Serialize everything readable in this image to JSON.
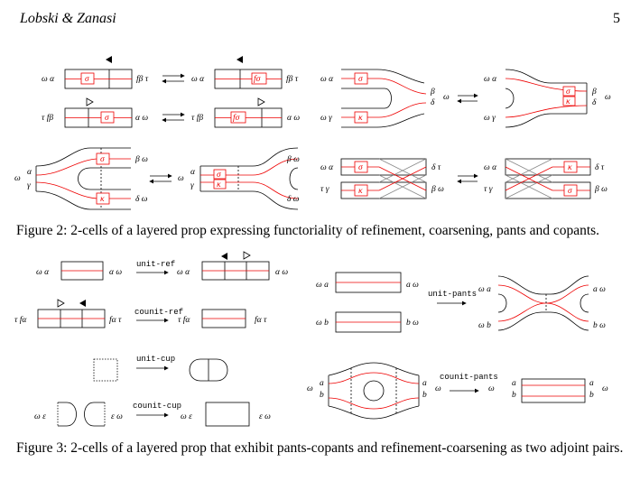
{
  "header": {
    "authors": "Lobski & Zanasi",
    "page_number": "5"
  },
  "figure2": {
    "caption": "Figure 2: 2-cells of a layered prop expressing functoriality of refinement, coarsening, pants and copants.",
    "labels": {
      "w_a": "ω α",
      "fb_t": "fβ τ",
      "t_fb": "τ fβ",
      "a_w": "α ω",
      "w_g": "ω γ",
      "b_w": "β ω",
      "d_w": "δ ω",
      "d_t": "δ τ",
      "t_g": "τ γ",
      "w": "ω",
      "a": "α",
      "g": "γ",
      "b": "β",
      "d": "δ",
      "sigma": "σ",
      "fsigma": "fσ",
      "kappa": "κ"
    }
  },
  "figure3": {
    "caption": "Figure 3: 2-cells of a layered prop that exhibit pants-copants and refinement-coarsening as two adjoint pairs.",
    "labels": {
      "unit_ref": "unit-ref",
      "counit_ref": "counit-ref",
      "unit_cup": "unit-cup",
      "counit_cup": "counit-cup",
      "unit_pants": "unit-pants",
      "counit_pants": "counit-pants",
      "w_a": "ω α",
      "a_w": "α ω",
      "t_fa": "τ fα",
      "fa_t": "fα τ",
      "w_e": "ω ε",
      "e_w": "ε ω",
      "a": "a",
      "b": "b",
      "w_a_l": "ω a",
      "a_w_l": "a ω",
      "w_b": "ω b",
      "b_w_l": "b ω",
      "w": "ω"
    }
  }
}
